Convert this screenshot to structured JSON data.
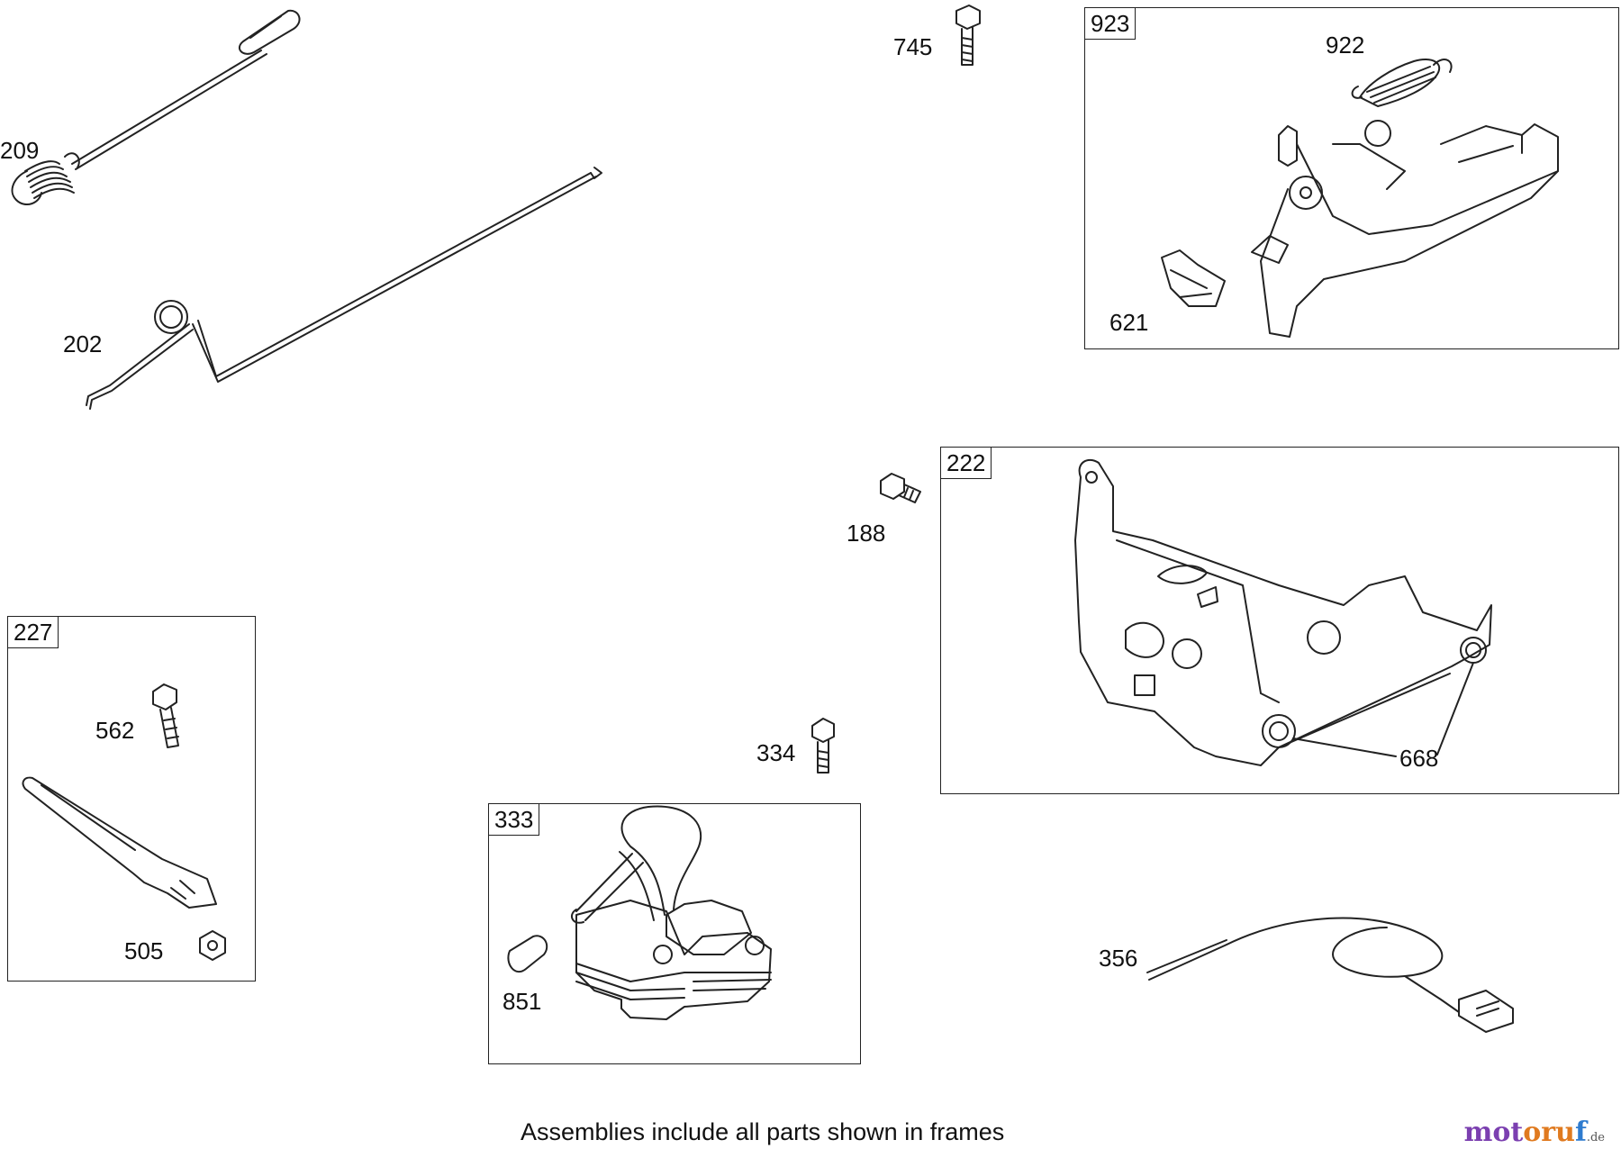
{
  "frames": {
    "f923": "923",
    "f222": "222",
    "f227": "227",
    "f333": "333"
  },
  "parts": {
    "p209": "209",
    "p202": "202",
    "p745": "745",
    "p922": "922",
    "p621": "621",
    "p188": "188",
    "p668": "668",
    "p562": "562",
    "p505": "505",
    "p334": "334",
    "p851": "851",
    "p356": "356"
  },
  "caption": "Assemblies include all parts shown in frames",
  "brand": {
    "main_a": "mot",
    "main_b": "oru",
    "main_c": "f",
    "tld": ".de"
  }
}
